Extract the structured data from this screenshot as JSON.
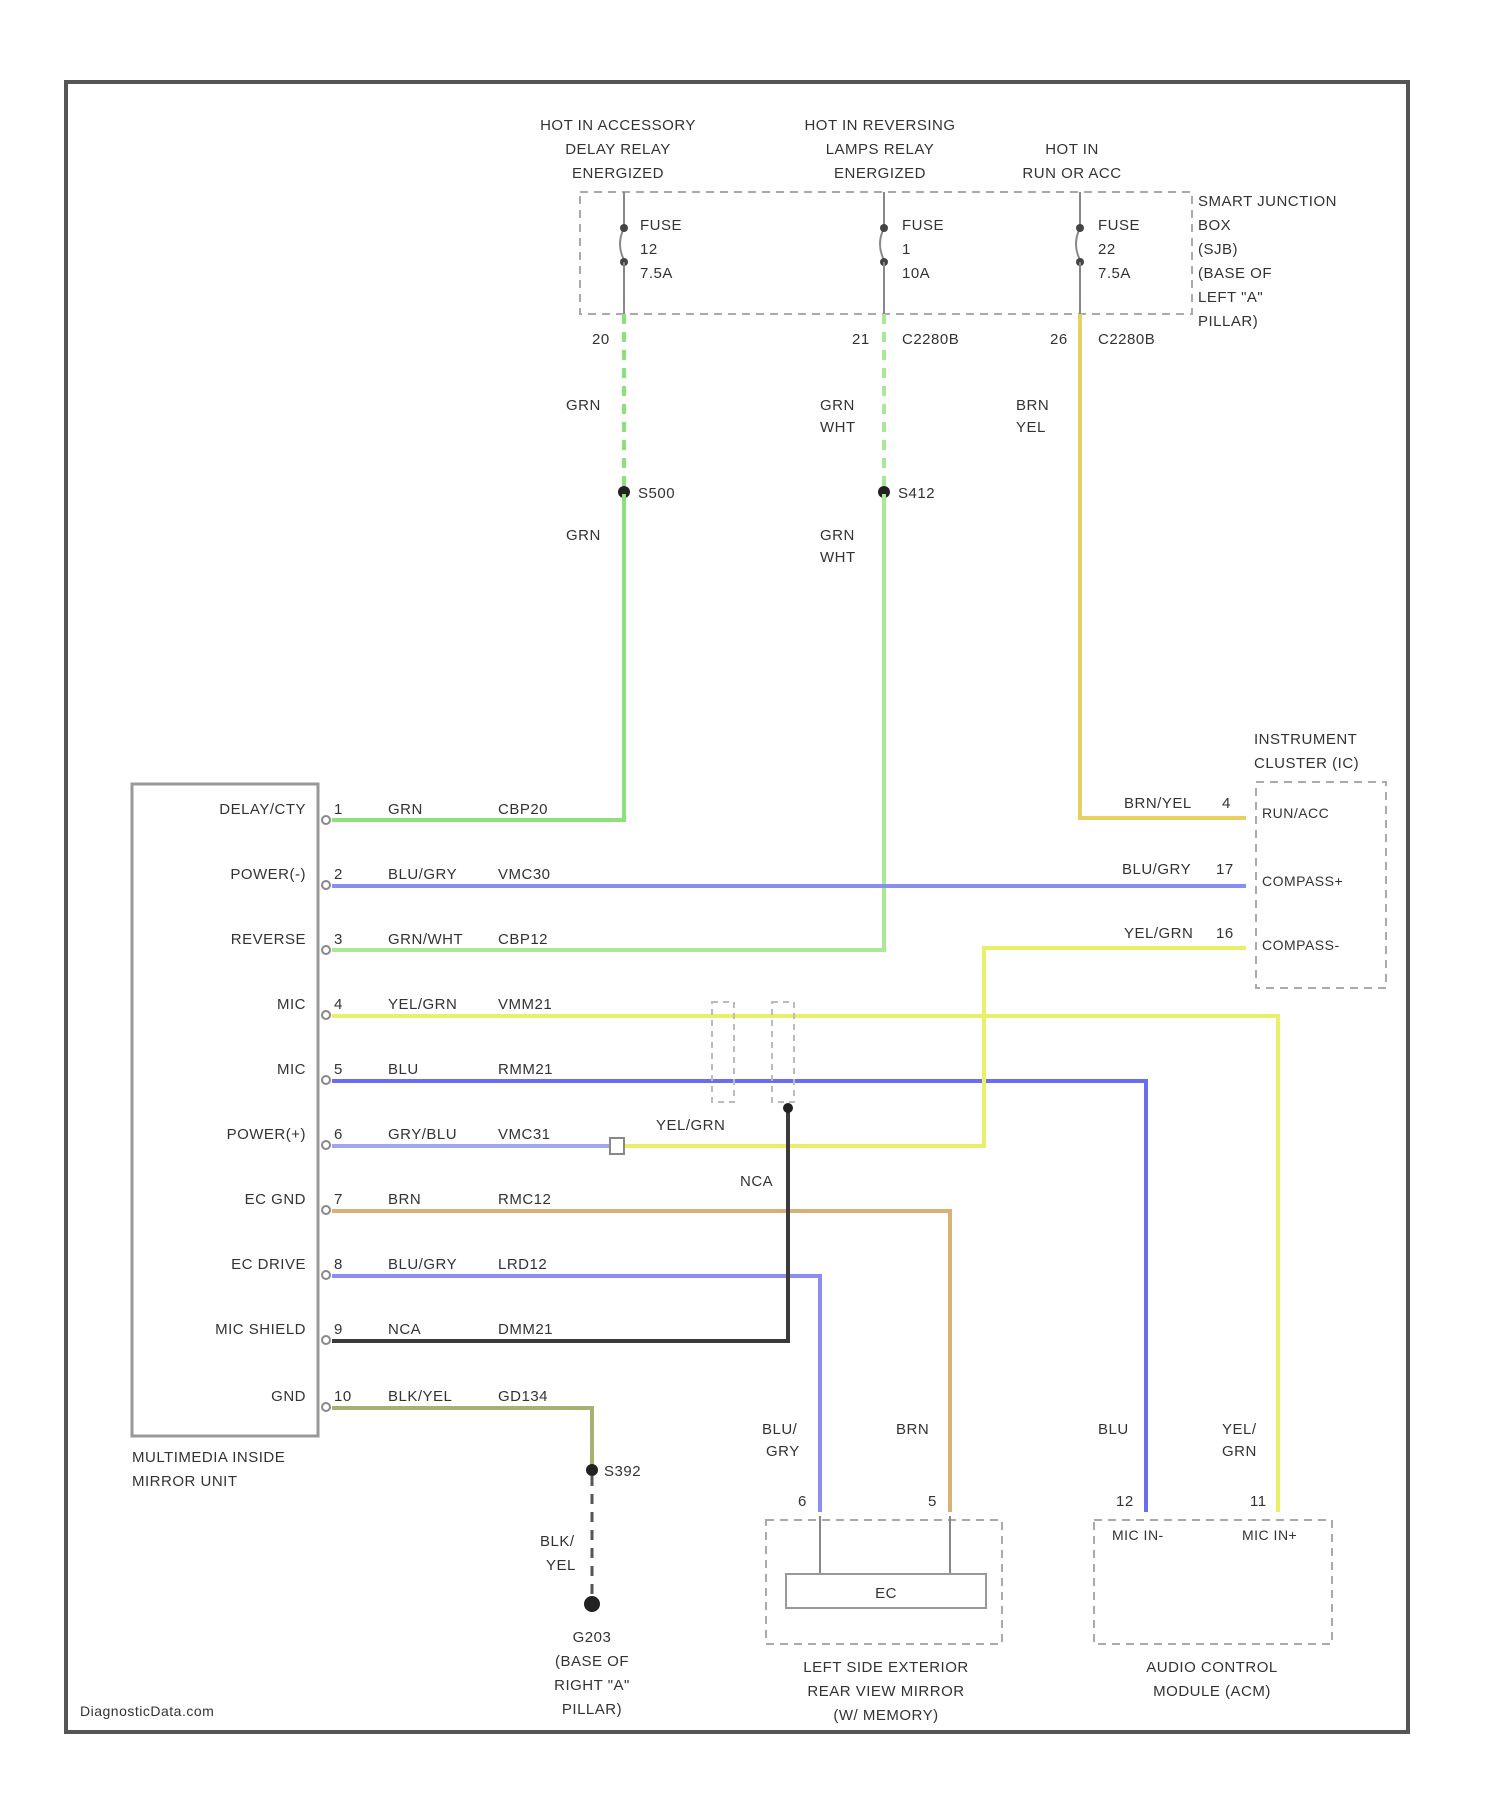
{
  "watermark": "DiagnosticData.com",
  "sources": [
    {
      "label1": "HOT IN ACCESSORY",
      "label2": "DELAY RELAY",
      "label3": "ENERGIZED",
      "fuse": "FUSE",
      "fuse_num": "12",
      "fuse_amp": "7.5A",
      "pin": "20",
      "wire1": "GRN",
      "splice": "S500",
      "wire2": "GRN"
    },
    {
      "label1": "HOT IN REVERSING",
      "label2": "LAMPS RELAY",
      "label3": "ENERGIZED",
      "fuse": "FUSE",
      "fuse_num": "1",
      "fuse_amp": "10A",
      "pin": "21",
      "connector": "C2280B",
      "wire1a": "GRN",
      "wire1b": "WHT",
      "splice": "S412",
      "wire2a": "GRN",
      "wire2b": "WHT"
    },
    {
      "label1": "HOT IN",
      "label2": "RUN OR ACC",
      "fuse": "FUSE",
      "fuse_num": "22",
      "fuse_amp": "7.5A",
      "pin": "26",
      "connector": "C2280B",
      "wire1a": "BRN",
      "wire1b": "YEL"
    }
  ],
  "sjb": {
    "line1": "SMART JUNCTION",
    "line2": "BOX",
    "line3": "(SJB)",
    "line4": "(BASE OF",
    "line5": "LEFT \"A\"",
    "line6": "PILLAR)"
  },
  "cluster": {
    "title1": "INSTRUMENT",
    "title2": "CLUSTER (IC)",
    "pins": [
      {
        "wire": "BRN/YEL",
        "pin": "4",
        "name": "RUN/ACC"
      },
      {
        "wire": "BLU/GRY",
        "pin": "17",
        "name": "COMPASS+"
      },
      {
        "wire": "YEL/GRN",
        "pin": "16",
        "name": "COMPASS-"
      }
    ]
  },
  "mirror": {
    "label1": "MULTIMEDIA INSIDE",
    "label2": "MIRROR UNIT",
    "pins": [
      {
        "name": "DELAY/CTY",
        "pin": "1",
        "wire": "GRN",
        "circuit": "CBP20"
      },
      {
        "name": "POWER(-)",
        "pin": "2",
        "wire": "BLU/GRY",
        "circuit": "VMC30"
      },
      {
        "name": "REVERSE",
        "pin": "3",
        "wire": "GRN/WHT",
        "circuit": "CBP12"
      },
      {
        "name": "MIC",
        "pin": "4",
        "wire": "YEL/GRN",
        "circuit": "VMM21"
      },
      {
        "name": "MIC",
        "pin": "5",
        "wire": "BLU",
        "circuit": "RMM21"
      },
      {
        "name": "POWER(+)",
        "pin": "6",
        "wire": "GRY/BLU",
        "circuit": "VMC31"
      },
      {
        "name": "EC GND",
        "pin": "7",
        "wire": "BRN",
        "circuit": "RMC12"
      },
      {
        "name": "EC DRIVE",
        "pin": "8",
        "wire": "BLU/GRY",
        "circuit": "LRD12"
      },
      {
        "name": "MIC SHIELD",
        "pin": "9",
        "wire": "NCA",
        "circuit": "DMM21"
      },
      {
        "name": "GND",
        "pin": "10",
        "wire": "BLK/YEL",
        "circuit": "GD134"
      }
    ]
  },
  "mid_wires": {
    "yelgrn": "YEL/GRN",
    "nca": "NCA"
  },
  "ground": {
    "splice": "S392",
    "wire_a": "BLK/",
    "wire_b": "YEL",
    "id": "G203",
    "loc1": "(BASE OF",
    "loc2": "RIGHT \"A\"",
    "loc3": "PILLAR)"
  },
  "ext_mirror": {
    "wire1a": "BLU/",
    "wire1b": "GRY",
    "wire2": "BRN",
    "pin1": "6",
    "pin2": "5",
    "box": "EC",
    "label1": "LEFT SIDE EXTERIOR",
    "label2": "REAR VIEW MIRROR",
    "label3": "(W/ MEMORY)"
  },
  "acm": {
    "wire1": "BLU",
    "wire2a": "YEL/",
    "wire2b": "GRN",
    "pin1": "12",
    "pin2": "11",
    "name1": "MIC IN-",
    "name2": "MIC IN+",
    "label1": "AUDIO CONTROL",
    "label2": "MODULE (ACM)"
  },
  "colors": {
    "green": "#8ee07a",
    "blue": "#7d80ee",
    "yellow": "#e8f06a",
    "brown": "#d8b07a",
    "black": "#3a3a3a",
    "olive": "#a6b070",
    "gold": "#e6d060"
  }
}
